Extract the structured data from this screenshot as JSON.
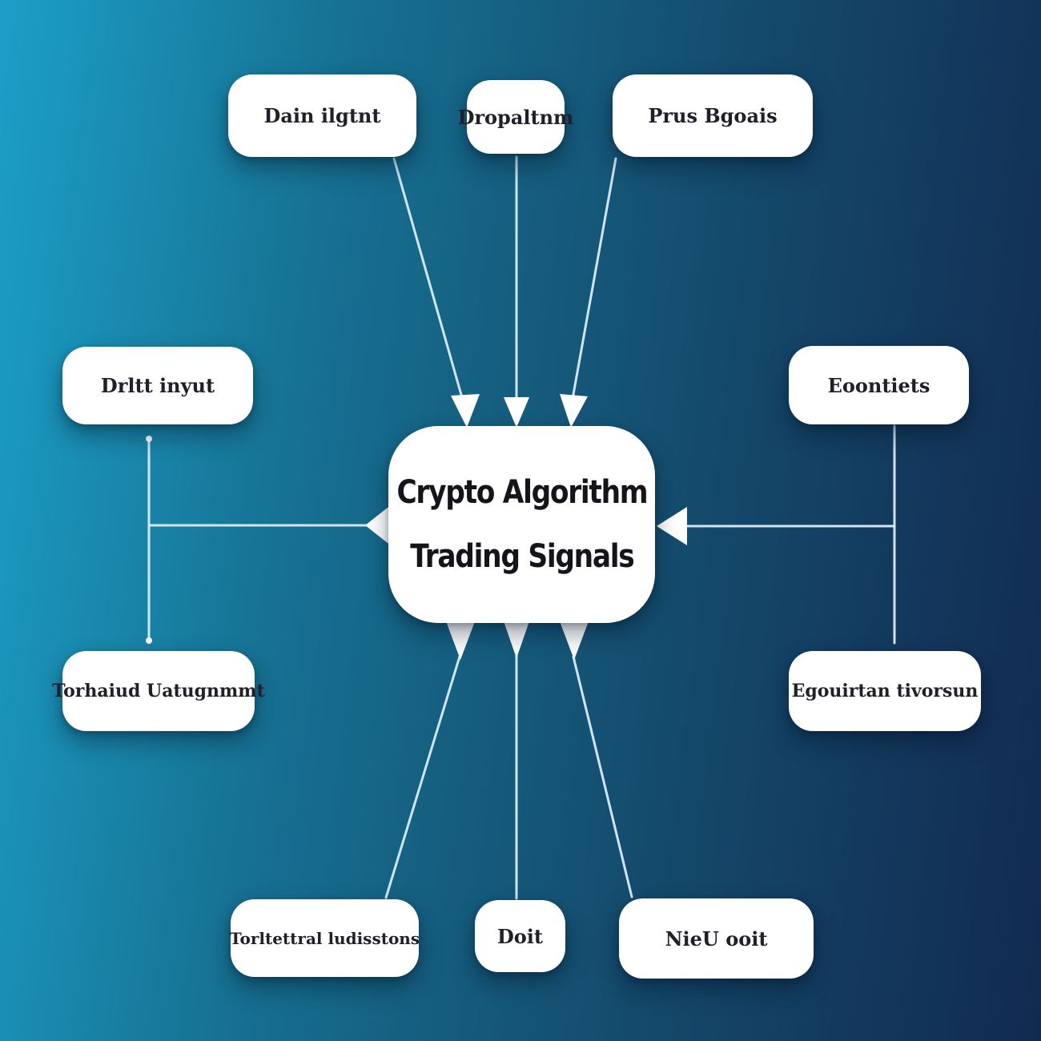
{
  "colors": {
    "bg_left": "#1c9fc7",
    "bg_midleft": "#167192",
    "bg_midright": "#14496b",
    "bg_right": "#122a50",
    "node_fill": "#ffffff",
    "node_text": "#21202a",
    "central_text": "#14141b",
    "line": "#dcedf6"
  },
  "diagram": {
    "central": {
      "line1": "Crypto Algorithm",
      "line2": "Trading Signals"
    },
    "nodes": [
      {
        "label": "Dain ilgtnt"
      },
      {
        "label": "Dropaltnm"
      },
      {
        "label": "Prus Bgoais"
      },
      {
        "label": "Drltt inyut"
      },
      {
        "label": "Eoontiets"
      },
      {
        "label": "Torhaiud Uatugnmmt"
      },
      {
        "label": "Egouirtan tivorsun"
      },
      {
        "label": "Torltettral ludisstons"
      },
      {
        "label": "Doit"
      },
      {
        "label": "NieU ooit"
      }
    ]
  }
}
